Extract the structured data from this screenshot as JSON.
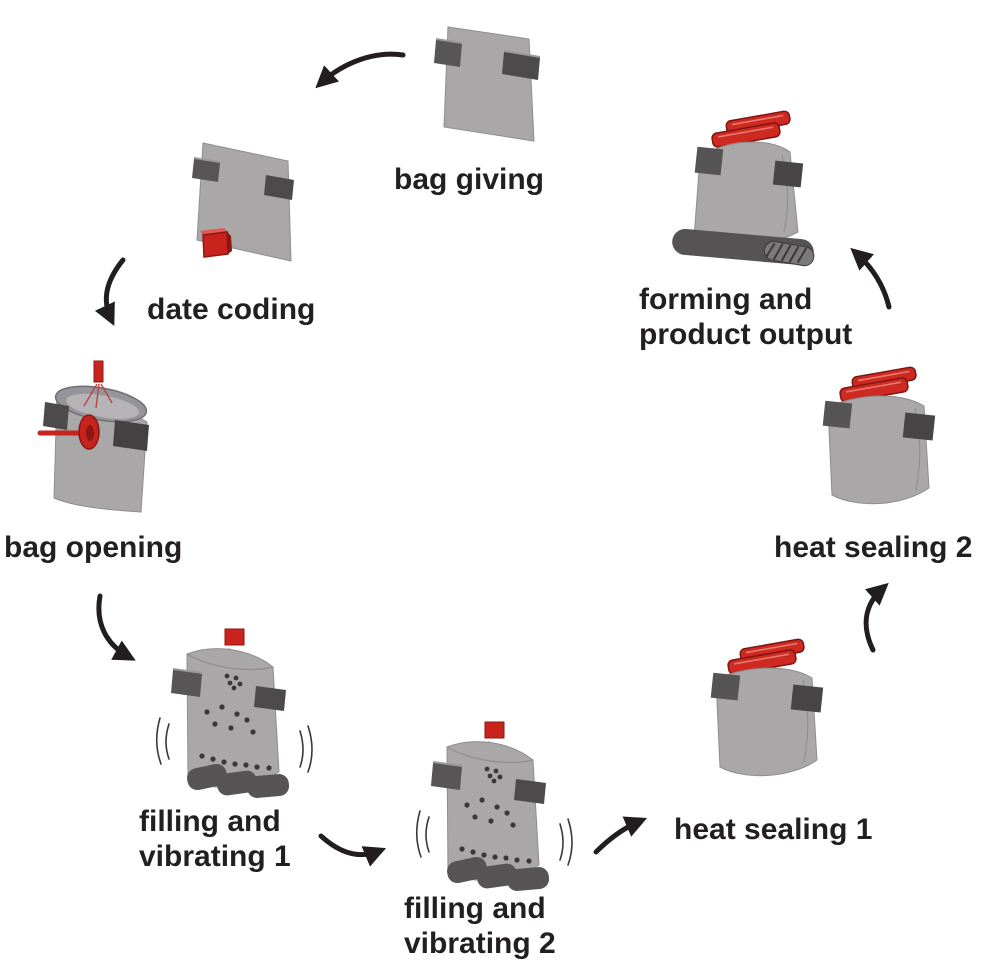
{
  "diagram": {
    "type": "process-cycle-diagram",
    "stages": [
      {
        "id": "bag-giving",
        "label": "bag giving"
      },
      {
        "id": "date-coding",
        "label": "date coding"
      },
      {
        "id": "bag-opening",
        "label": "bag opening"
      },
      {
        "id": "filling-vibrating-1",
        "label": "filling and\nvibrating 1"
      },
      {
        "id": "filling-vibrating-2",
        "label": "filling and\nvibrating 2"
      },
      {
        "id": "heat-sealing-1",
        "label": "heat sealing 1"
      },
      {
        "id": "heat-sealing-2",
        "label": "heat sealing 2"
      },
      {
        "id": "forming-output",
        "label": "forming and\nproduct output"
      }
    ],
    "flow_order": [
      "bag giving",
      "date coding",
      "bag opening",
      "filling and vibrating 1",
      "filling and vibrating 2",
      "heat sealing 1",
      "heat sealing 2",
      "forming and product output"
    ],
    "colors": {
      "bag_gray": "#a9a7a7",
      "bag_outline": "#8f8d8d",
      "clip_dark": "#565455",
      "clip_darker": "#4c4a4b",
      "accent_red": "#c8231d",
      "red_outline": "#8d1712",
      "dots": "#3b3839",
      "text": "#231f20",
      "arrow": "#221e1f",
      "background": "#ffffff"
    }
  }
}
